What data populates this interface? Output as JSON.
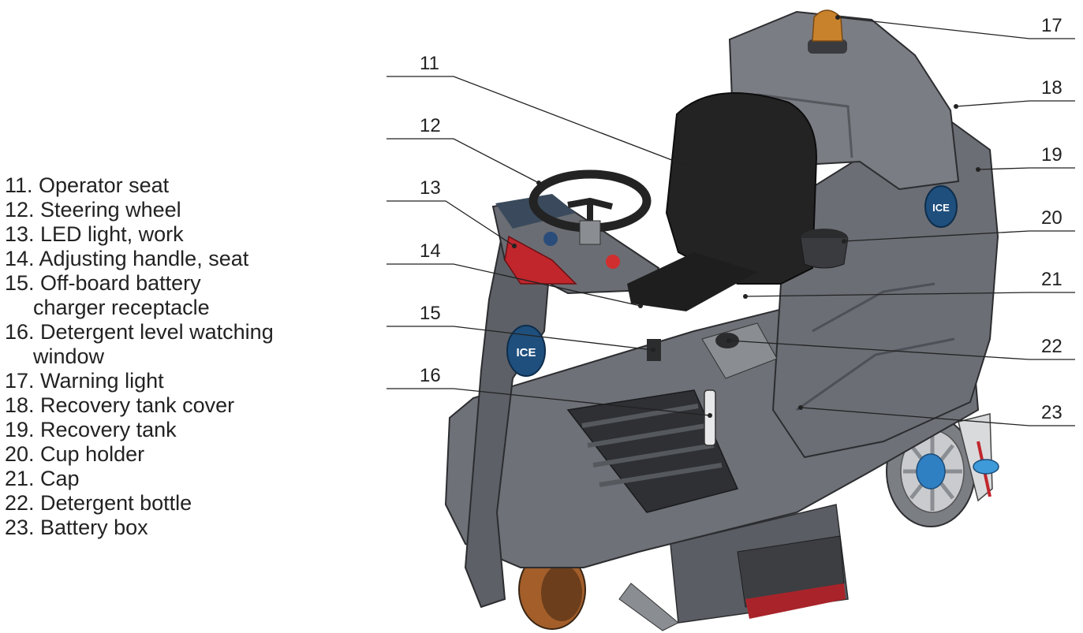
{
  "legend": [
    {
      "id": "11",
      "lines": [
        "11. Operator seat"
      ]
    },
    {
      "id": "12",
      "lines": [
        "12. Steering wheel"
      ]
    },
    {
      "id": "13",
      "lines": [
        "13. LED light, work"
      ]
    },
    {
      "id": "14",
      "lines": [
        "14. Adjusting handle, seat"
      ]
    },
    {
      "id": "15",
      "lines": [
        "15. Off-board battery",
        "charger receptacle"
      ]
    },
    {
      "id": "16",
      "lines": [
        "16. Detergent level watching",
        "window"
      ]
    },
    {
      "id": "17",
      "lines": [
        "17. Warning light"
      ]
    },
    {
      "id": "18",
      "lines": [
        "18. Recovery tank cover"
      ]
    },
    {
      "id": "19",
      "lines": [
        "19. Recovery tank"
      ]
    },
    {
      "id": "20",
      "lines": [
        "20. Cup holder"
      ]
    },
    {
      "id": "21",
      "lines": [
        "21. Cap"
      ]
    },
    {
      "id": "22",
      "lines": [
        "22. Detergent bottle"
      ]
    },
    {
      "id": "23",
      "lines": [
        "23. Battery box"
      ]
    }
  ],
  "callouts": {
    "c11": "11",
    "c12": "12",
    "c13": "13",
    "c14": "14",
    "c15": "15",
    "c16": "16",
    "c17": "17",
    "c18": "18",
    "c19": "19",
    "c20": "20",
    "c21": "21",
    "c22": "22",
    "c23": "23"
  },
  "logos": {
    "logo_text": "ICE"
  },
  "colors": {
    "body": "#6e7177",
    "body_dark": "#4d5056",
    "seat": "#232324",
    "accent_red": "#c0262c",
    "warning_light": "#c9822c",
    "blue_hub": "#2f7fc3"
  }
}
